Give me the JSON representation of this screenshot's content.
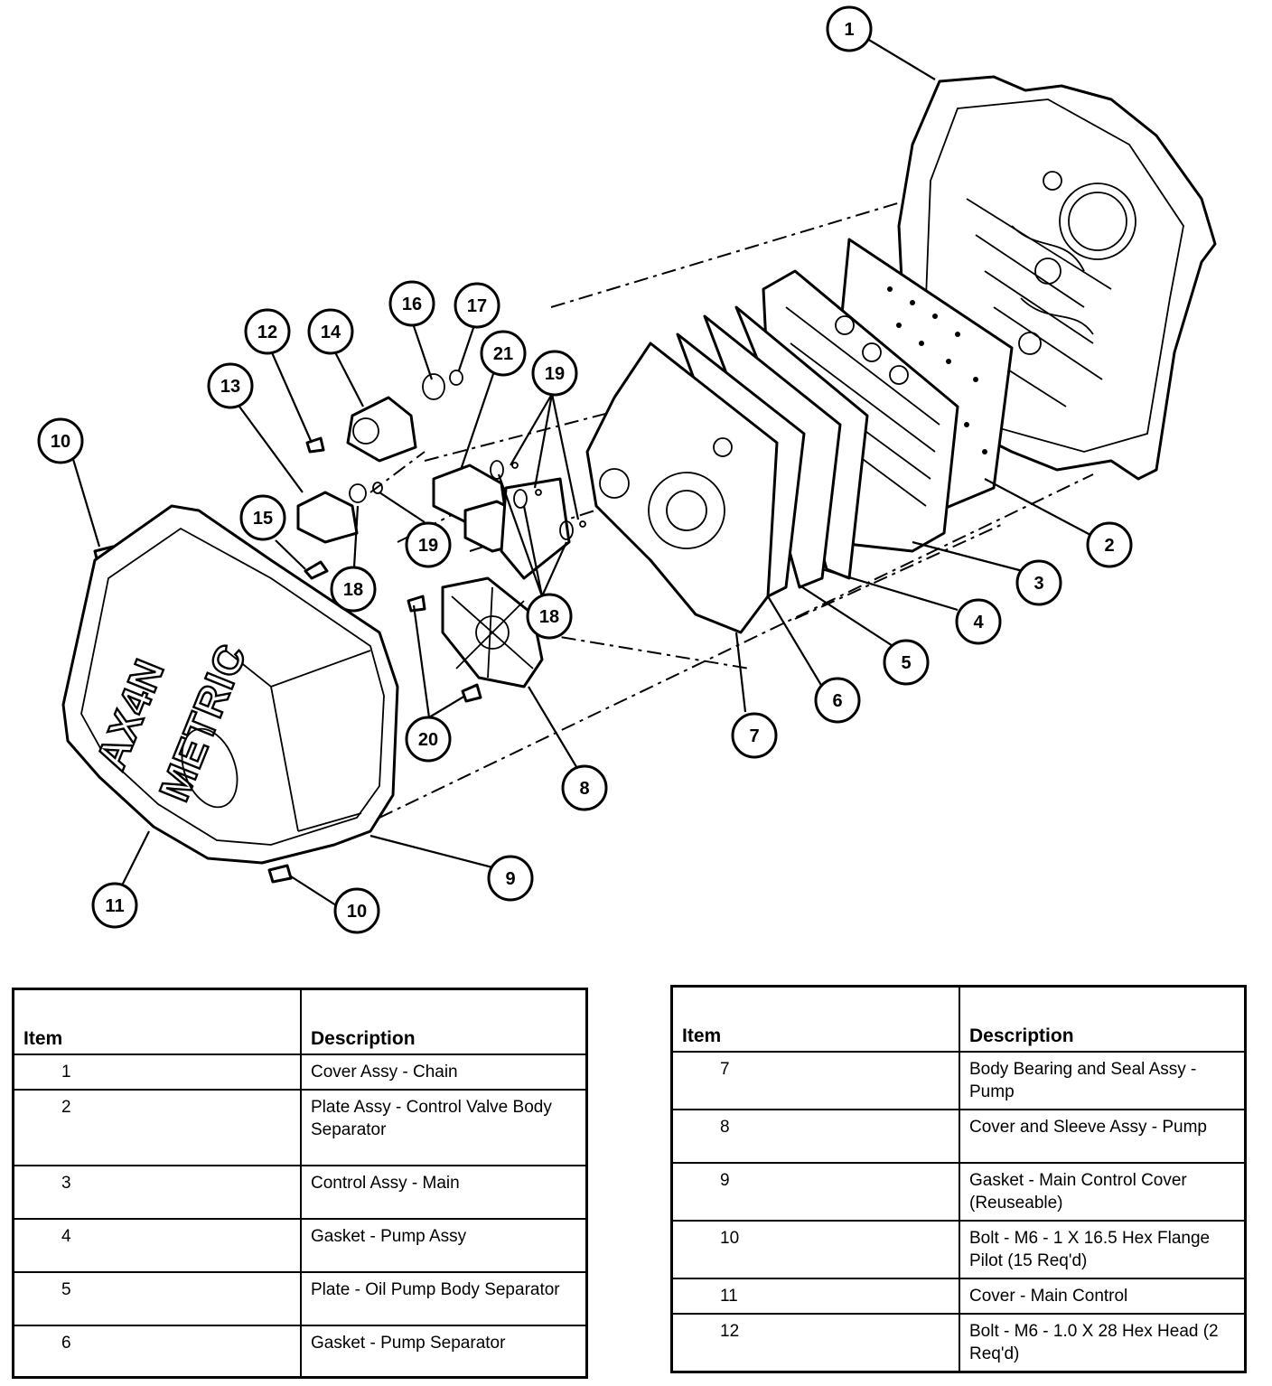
{
  "diagram": {
    "callouts": [
      "1",
      "2",
      "3",
      "4",
      "5",
      "6",
      "7",
      "8",
      "9",
      "10",
      "11",
      "12",
      "13",
      "14",
      "15",
      "16",
      "17",
      "18",
      "19",
      "20",
      "21"
    ],
    "pan_lettering": [
      "AX4N",
      "METRIC"
    ]
  },
  "parts_table": {
    "headers": {
      "item": "Item",
      "description": "Description"
    },
    "left_rows": [
      {
        "item": "1",
        "description": "Cover Assy - Chain"
      },
      {
        "item": "2",
        "description": "Plate Assy - Control Valve Body Separator"
      },
      {
        "item": "3",
        "description": "Control Assy - Main"
      },
      {
        "item": "4",
        "description": "Gasket - Pump Assy"
      },
      {
        "item": "5",
        "description": "Plate - Oil Pump Body Separator"
      },
      {
        "item": "6",
        "description": "Gasket - Pump Separator"
      }
    ],
    "right_rows": [
      {
        "item": "7",
        "description": "Body Bearing and Seal Assy - Pump"
      },
      {
        "item": "8",
        "description": "Cover and Sleeve Assy - Pump"
      },
      {
        "item": "9",
        "description": "Gasket - Main Control Cover (Reuseable)"
      },
      {
        "item": "10",
        "description": "Bolt - M6 - 1 X 16.5 Hex Flange Pilot (15 Req'd)"
      },
      {
        "item": "11",
        "description": "Cover - Main Control"
      },
      {
        "item": "12",
        "description": "Bolt - M6 - 1.0 X 28 Hex Head (2 Req'd)"
      }
    ]
  }
}
